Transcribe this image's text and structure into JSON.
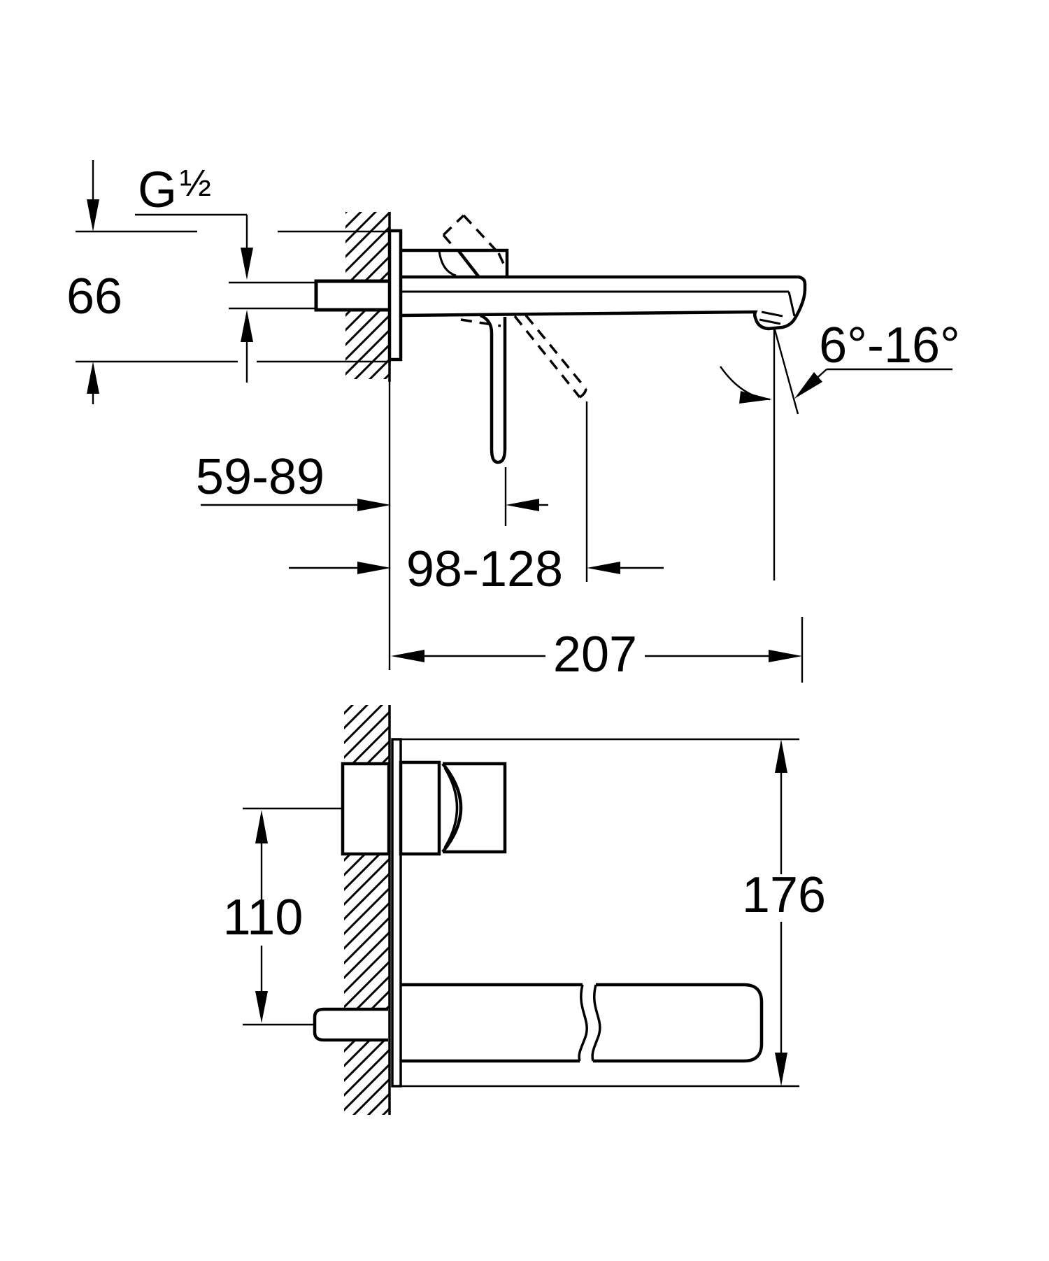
{
  "drawing": {
    "background_color": "#ffffff",
    "line_color": "#000000",
    "side_view": {
      "thread": {
        "prefix": "G",
        "fraction": "½"
      },
      "plate_height": "66",
      "wall_to_lever_closed": "59-89",
      "wall_to_lever_open": "98-128",
      "spout_projection": "207",
      "spout_angle_range": "6°-16°"
    },
    "plan_view": {
      "valve_to_spout_distance": "110",
      "plate_width": "176"
    }
  }
}
